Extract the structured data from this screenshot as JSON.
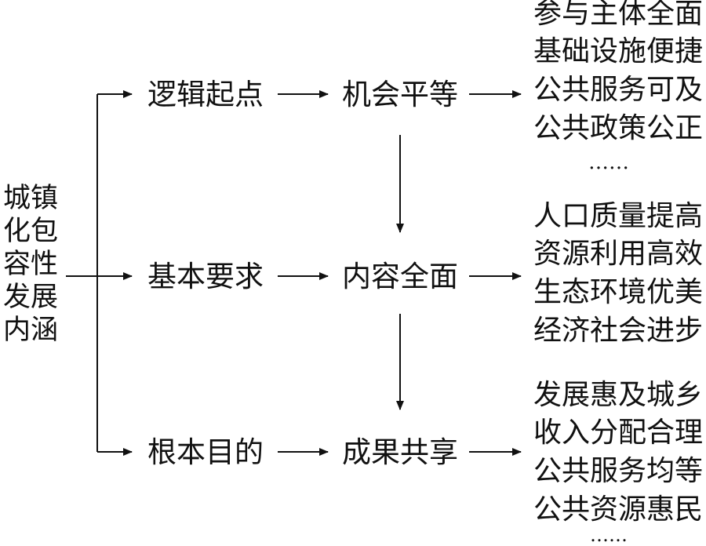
{
  "root": {
    "lines": [
      "城镇",
      "化包",
      "容性",
      "发展",
      "内涵"
    ]
  },
  "aspects": [
    {
      "label": "逻辑起点",
      "result": "机会平等",
      "items": [
        "参与主体全面",
        "基础设施便捷",
        "公共服务可及",
        "公共政策公正",
        "……"
      ]
    },
    {
      "label": "基本要求",
      "result": "内容全面",
      "items": [
        "人口质量提高",
        "资源利用高效",
        "生态环境优美",
        "经济社会进步"
      ]
    },
    {
      "label": "根本目的",
      "result": "成果共享",
      "items": [
        "发展惠及城乡",
        "收入分配合理",
        "公共服务均等",
        "公共资源惠民",
        "……"
      ]
    }
  ],
  "colors": {
    "line": "#111111",
    "text": "#111111",
    "background": "#ffffff"
  }
}
